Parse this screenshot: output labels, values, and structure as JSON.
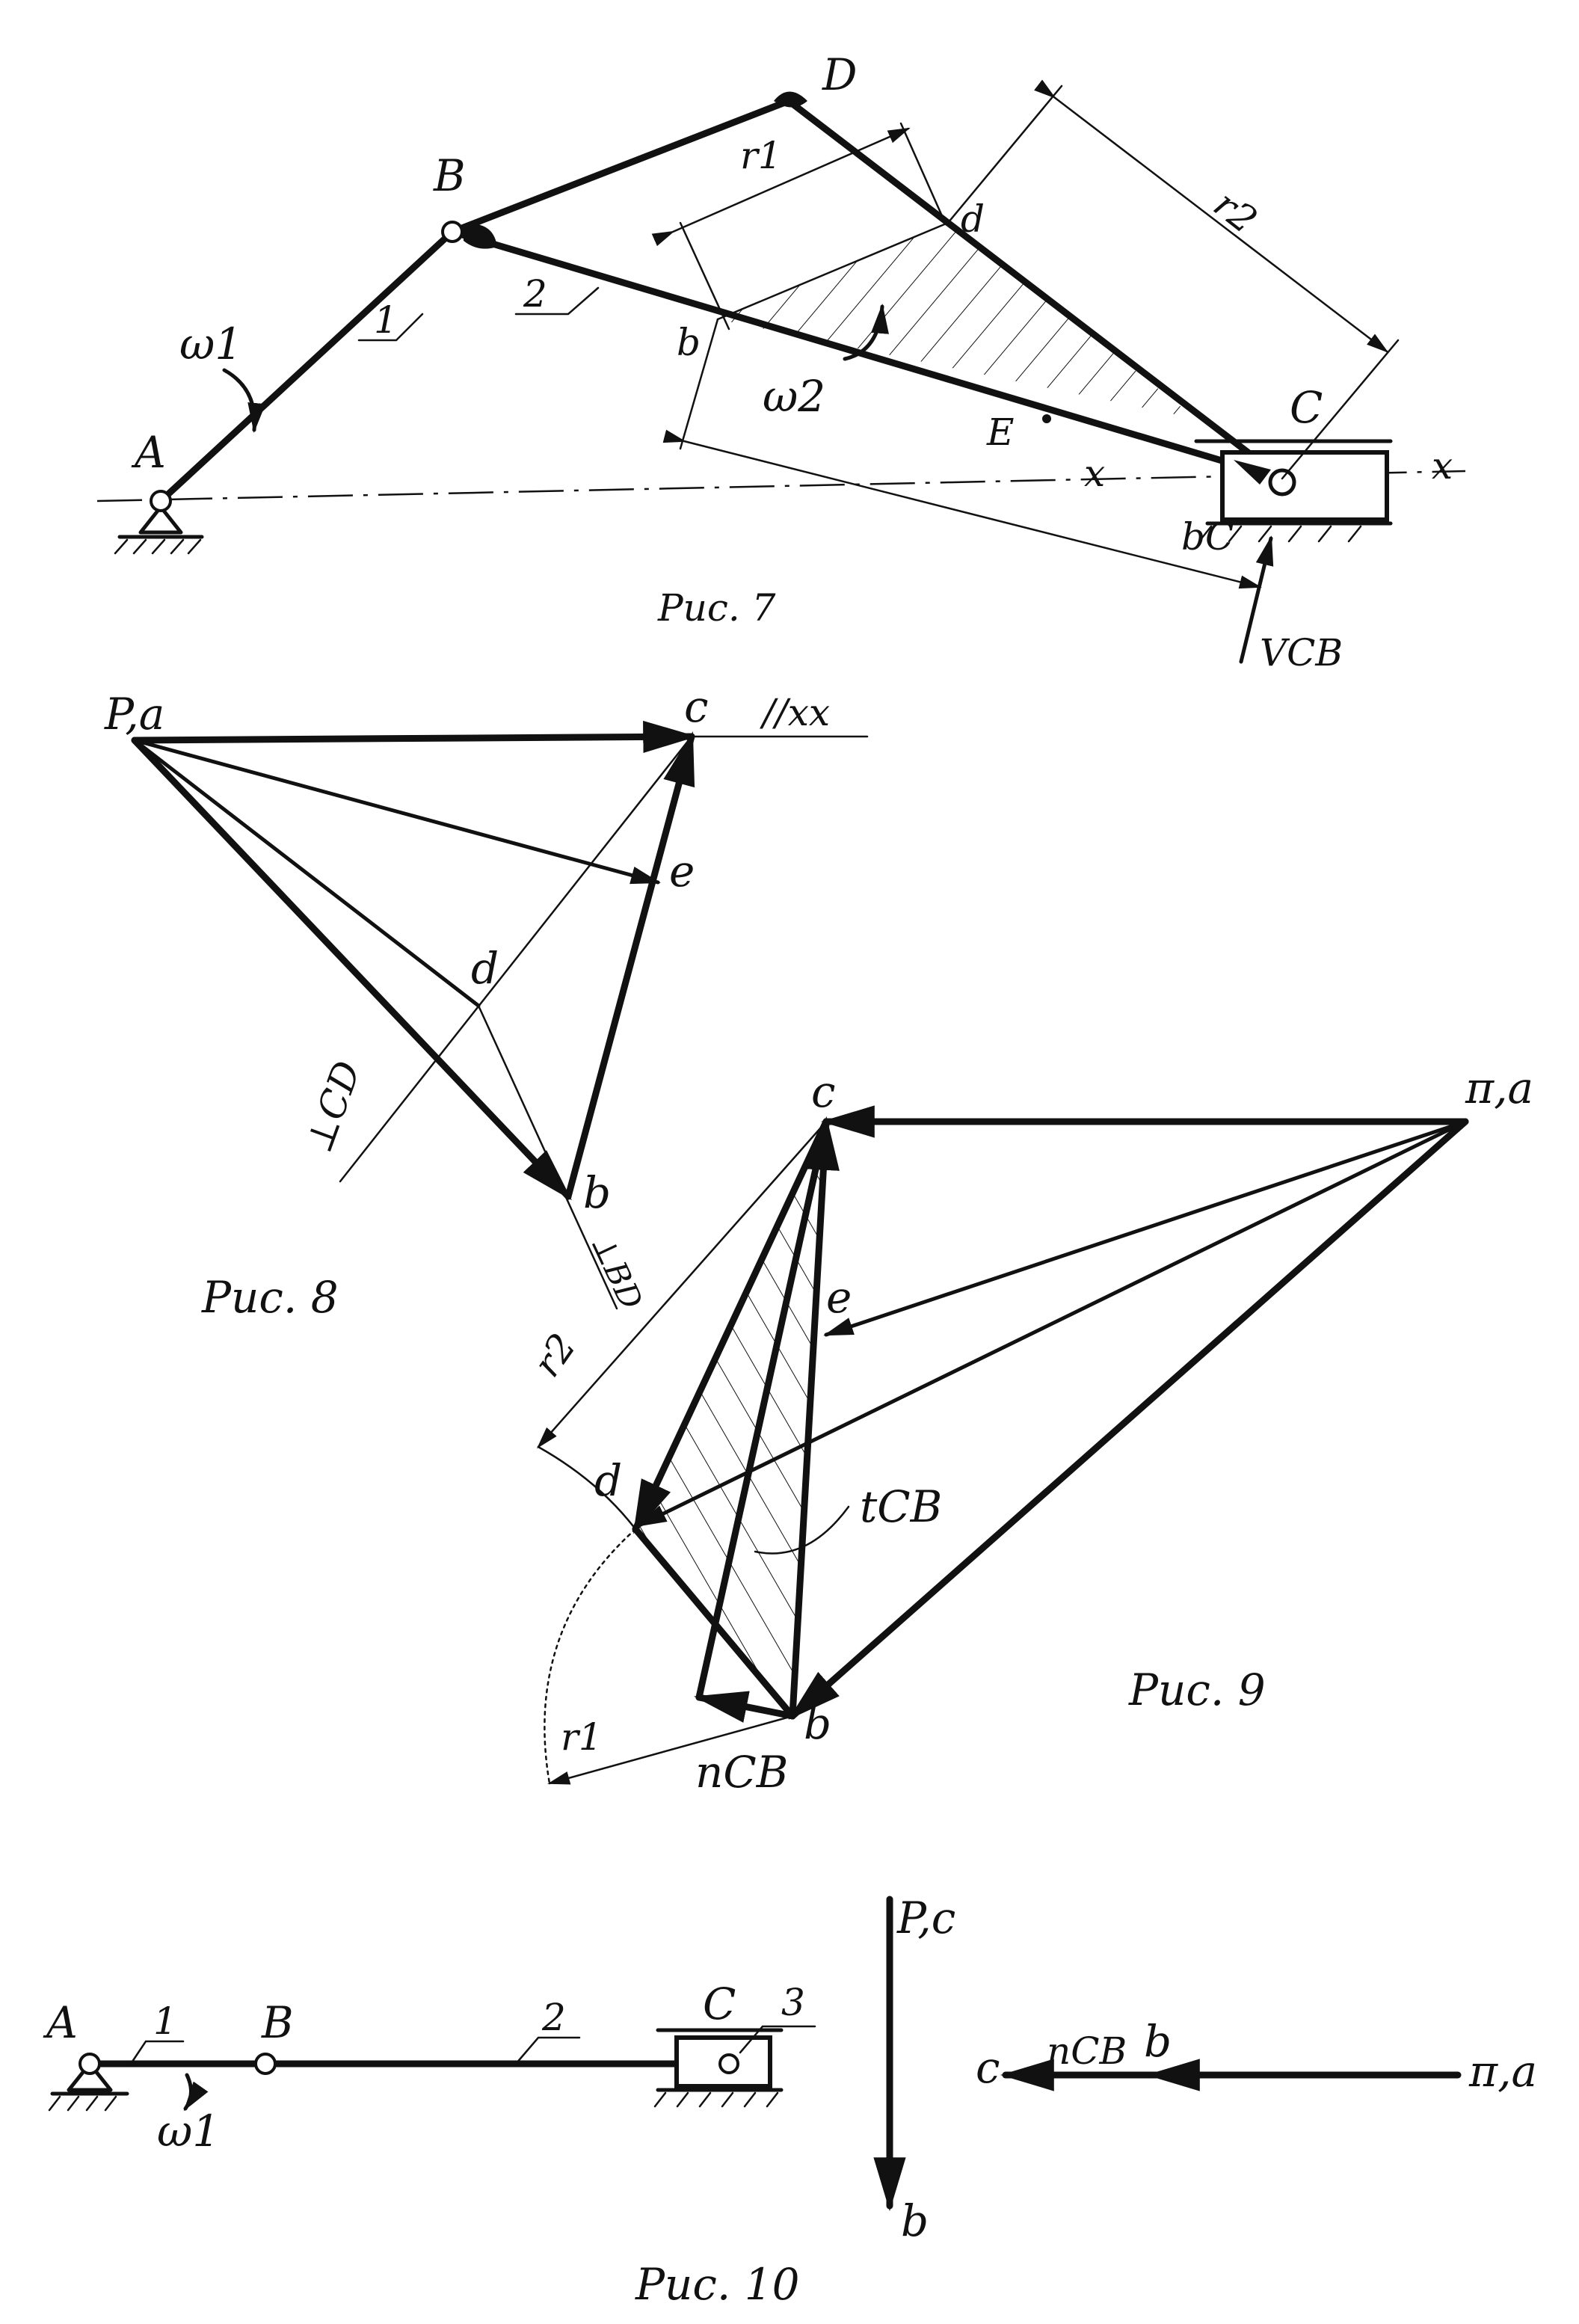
{
  "figures": {
    "fig7": {
      "caption": "Рис. 7",
      "points": {
        "A": "A",
        "B": "B",
        "C": "C",
        "D": "D",
        "E": "E",
        "b": "b",
        "d": "d"
      },
      "links": {
        "link1": "1",
        "link2": "2"
      },
      "omega1": "ω1",
      "omega2": "ω2",
      "r1": "r1",
      "r2": "r2",
      "bc": "bC",
      "axis_x_left": "x",
      "axis_x_right": "x",
      "vcb": "VCB"
    },
    "fig8": {
      "caption": "Рис. 8",
      "pole": "P,a",
      "c": "c",
      "parallel_xx": "//xx",
      "e": "e",
      "d": "d",
      "b": "b",
      "perp_cd": "⊥CD",
      "perp_bd": "⊥BD"
    },
    "fig9": {
      "caption": "Рис. 9",
      "pole": "π,a",
      "c": "c",
      "e": "e",
      "d": "d",
      "b": "b",
      "r1": "r1",
      "r2": "r2",
      "tcb": "tCB",
      "ncb": "nCB"
    },
    "fig10": {
      "caption": "Рис. 10",
      "A": "A",
      "B": "B",
      "C": "C",
      "link1": "1",
      "link2": "2",
      "link3": "3",
      "omega1": "ω1",
      "vel_pole": "P,c",
      "vel_b": "b",
      "acc_pole": "π,a",
      "acc_c": "c",
      "acc_ncb": "nCB",
      "acc_b": "b"
    }
  },
  "colors": {
    "ink": "#111111",
    "paper": "#ffffff"
  }
}
